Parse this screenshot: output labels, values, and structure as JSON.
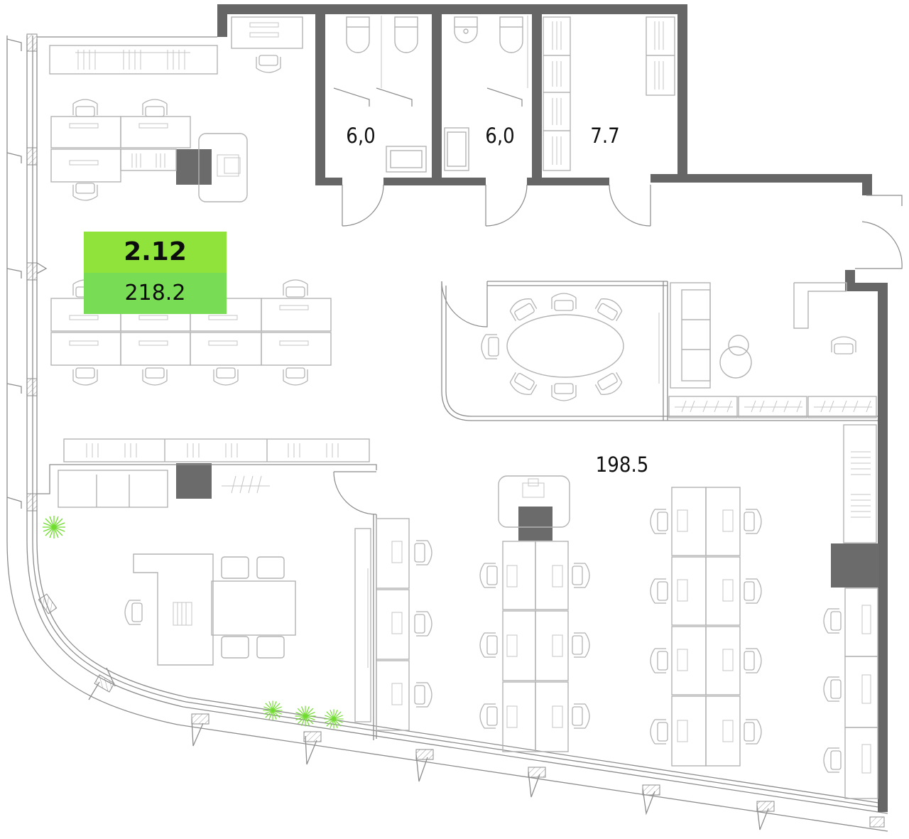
{
  "rooms": {
    "wc_1_area": "6,0",
    "wc_2_area": "6,0",
    "storage_area": "7.7",
    "open_office_area": "198.5"
  },
  "unit_badge": {
    "number": "2.12",
    "total_area": "218.2",
    "colors": {
      "top": "#8fe33b",
      "bottom": "#79dc55"
    }
  },
  "colors": {
    "walls": "#666666",
    "furniture": "#b3b3b3",
    "plants": "#6fdc2e"
  }
}
